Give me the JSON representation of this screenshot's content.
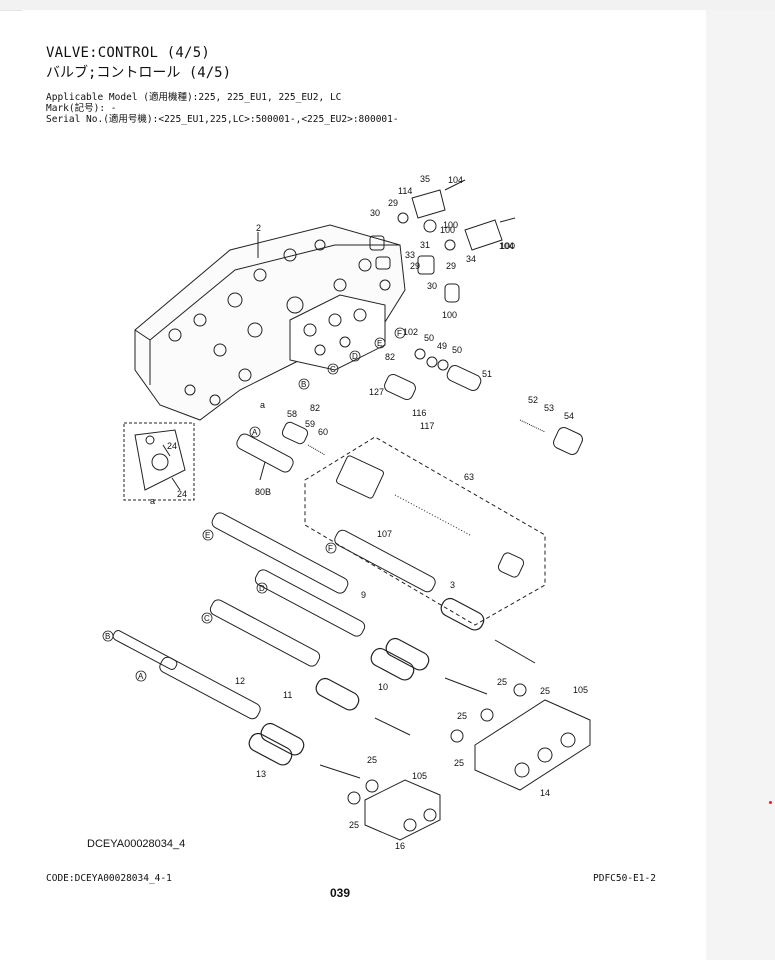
{
  "header": {
    "title_en": "VALVE:CONTROL (4/5)",
    "title_jp": "バルブ;コントロール (4/5)",
    "applicable_model": "Applicable Model (適用機種):225, 225_EU1, 225_EU2, LC",
    "mark": "Mark(記号): -",
    "serial_no": "Serial No.(適用号機):<225_EU1,225,LC>:500001-,<225_EU2>:800001-"
  },
  "diagram": {
    "code_label": "DCEYA00028034_4",
    "part_numbers": [
      "2",
      "3",
      "9",
      "10",
      "11",
      "12",
      "13",
      "14",
      "16",
      "24",
      "25",
      "29",
      "30",
      "31",
      "33",
      "34",
      "35",
      "49",
      "50",
      "51",
      "52",
      "53",
      "54",
      "58",
      "59",
      "60",
      "63",
      "80B",
      "82",
      "100",
      "102",
      "104",
      "105",
      "107",
      "114",
      "116",
      "117",
      "127"
    ],
    "circle_letters": [
      "A",
      "B",
      "C",
      "D",
      "E",
      "F"
    ],
    "detail_label": "a"
  },
  "footer": {
    "code": "CODE:DCEYA00028034_4-1",
    "page": "039",
    "ref": "PDFC50-E1-2"
  }
}
